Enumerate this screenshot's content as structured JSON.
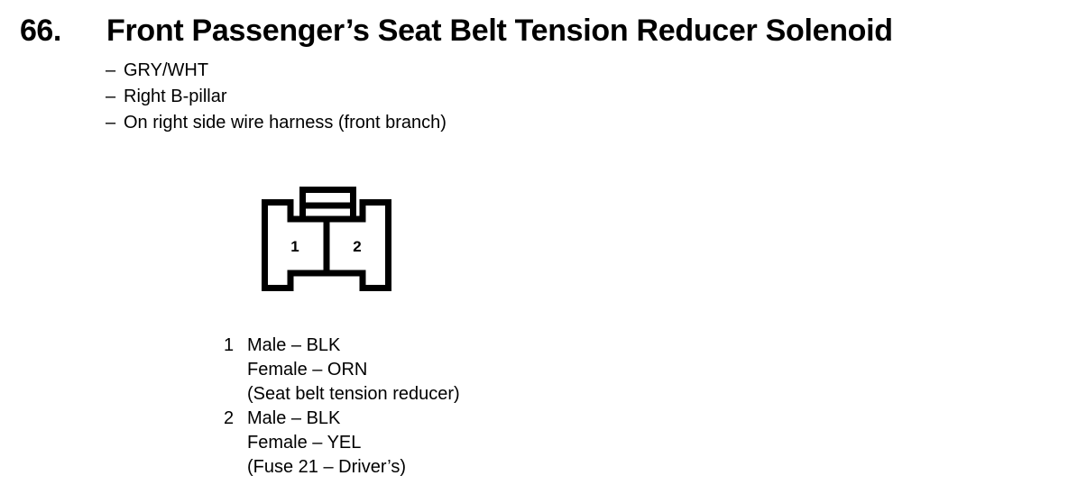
{
  "page": {
    "background_color": "#ffffff",
    "text_color": "#000000"
  },
  "entry": {
    "number": "66.",
    "title": "Front Passenger’s Seat Belt Tension Reducer Solenoid"
  },
  "details": [
    {
      "dash": "–",
      "text": "GRY/WHT"
    },
    {
      "dash": "–",
      "text": "Right B-pillar"
    },
    {
      "dash": "–",
      "text": "On right side wire harness (front branch)"
    }
  ],
  "connector": {
    "name": "two-cavity-connector",
    "cavity_labels": [
      "1",
      "2"
    ],
    "cavity_count": "2"
  },
  "pins": [
    {
      "index": "1",
      "lines": [
        "Male – BLK",
        "Female – ORN",
        "(Seat belt tension reducer)"
      ]
    },
    {
      "index": "2",
      "lines": [
        "Male – BLK",
        "Female – YEL",
        "(Fuse 21 – Driver’s)"
      ]
    }
  ]
}
